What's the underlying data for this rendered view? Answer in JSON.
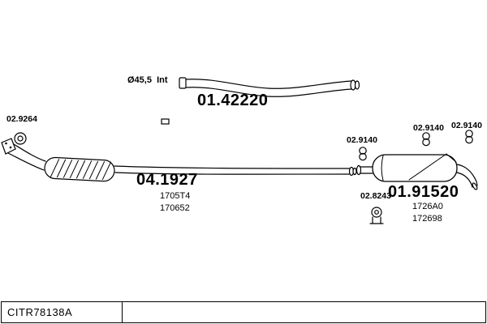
{
  "diagram": {
    "top_pipe": {
      "part": "01.42220",
      "note": "Ø45,5  Int"
    },
    "gasket": {
      "part": "02.9264"
    },
    "front_pipe": {
      "part": "04.1927",
      "codes": [
        "1705T4",
        "170652"
      ]
    },
    "hangers": [
      {
        "part": "02.9140"
      },
      {
        "part": "02.9140"
      },
      {
        "part": "02.9140"
      }
    ],
    "muffler": {
      "part": "01.91520",
      "codes": [
        "1726A0",
        "172698"
      ]
    },
    "clamp": {
      "part": "02.8243"
    }
  },
  "footer": {
    "reference": "CITR78138A"
  },
  "colors": {
    "line": "#000000",
    "background": "#ffffff"
  }
}
